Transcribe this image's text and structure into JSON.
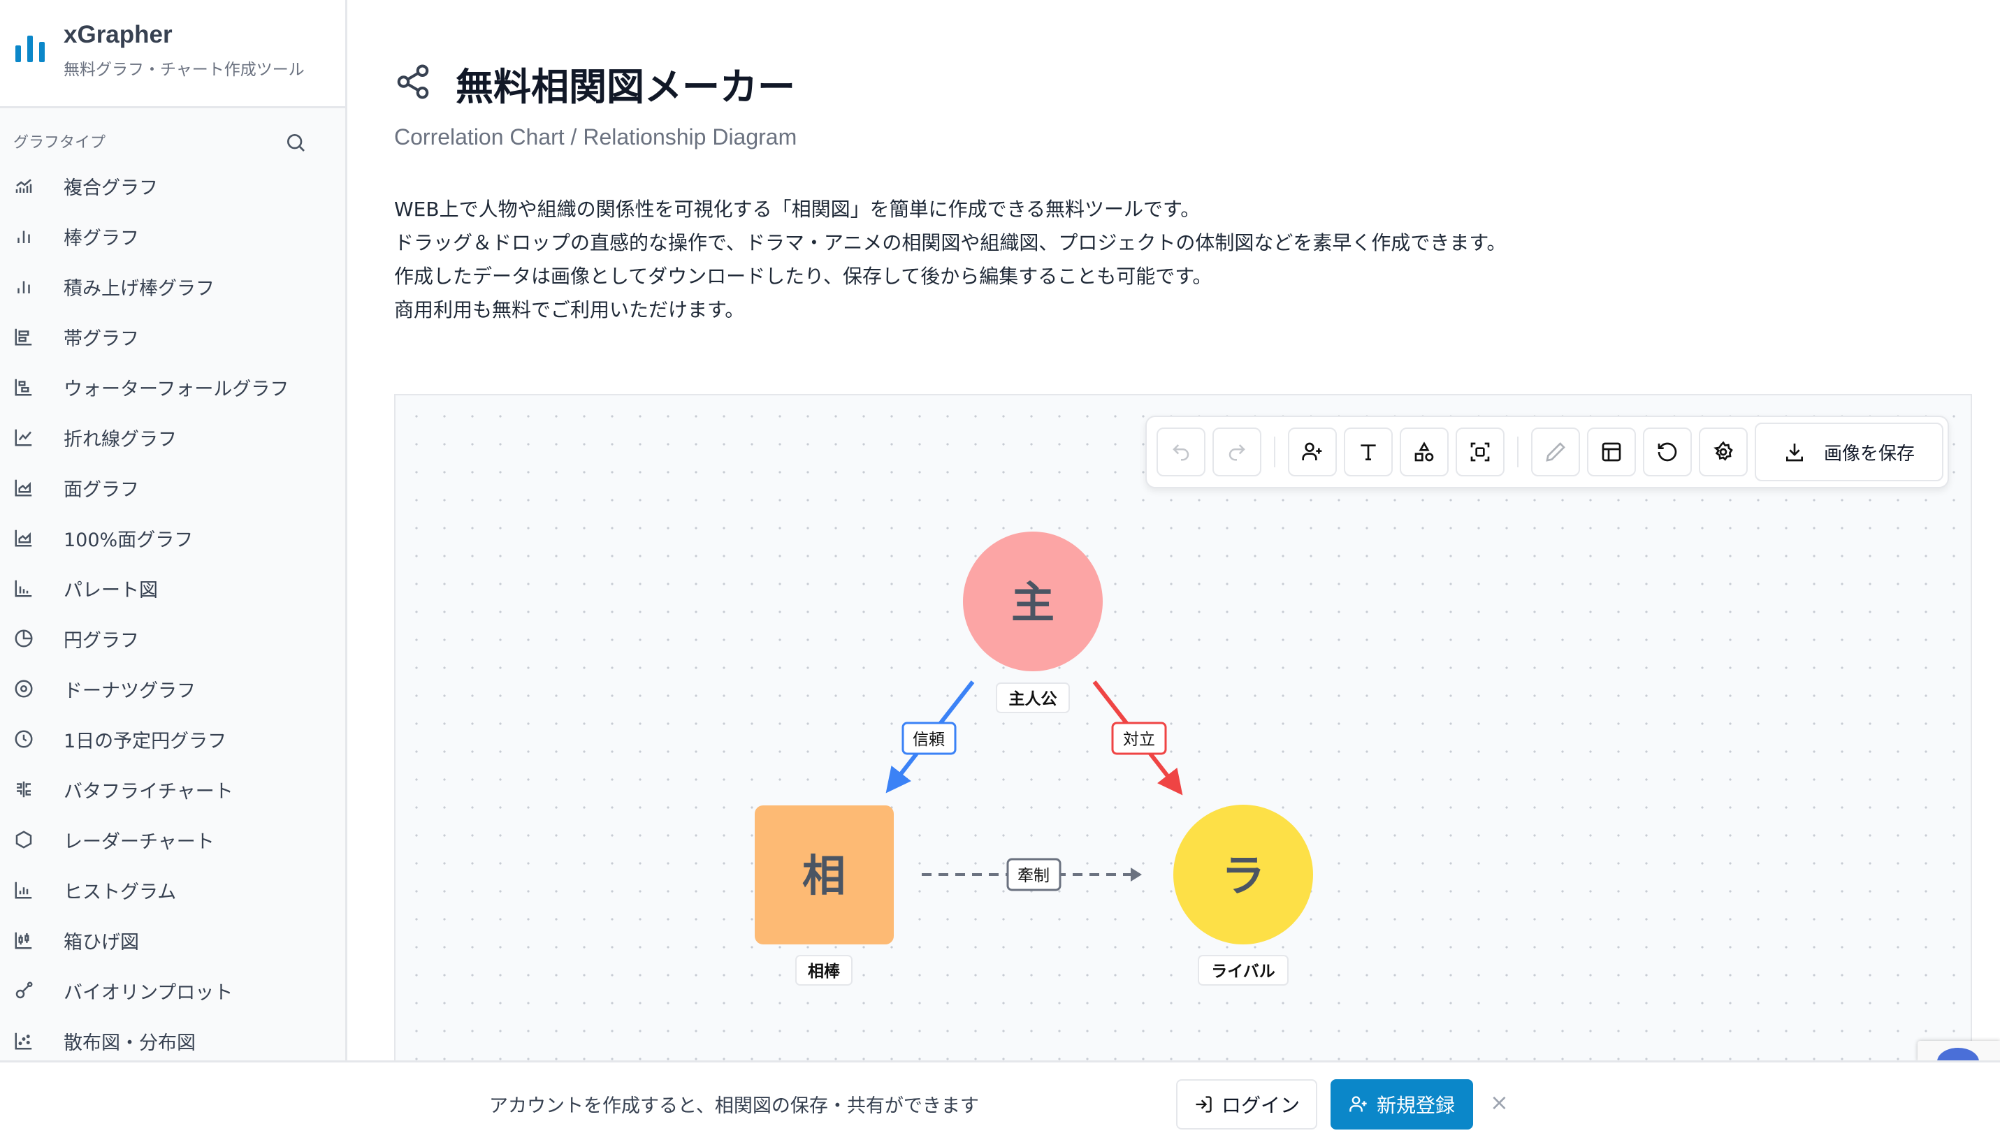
{
  "sidebar": {
    "brand": "xGrapher",
    "tagline": "無料グラフ・チャート作成ツール",
    "section_title": "グラフタイプ",
    "accent": "#0b87c9",
    "items": [
      {
        "label": "複合グラフ",
        "icon": "combo-chart-icon"
      },
      {
        "label": "棒グラフ",
        "icon": "bar-chart-icon"
      },
      {
        "label": "積み上げ棒グラフ",
        "icon": "stacked-bar-icon"
      },
      {
        "label": "帯グラフ",
        "icon": "band-chart-icon"
      },
      {
        "label": "ウォーターフォールグラフ",
        "icon": "waterfall-icon"
      },
      {
        "label": "折れ線グラフ",
        "icon": "line-chart-icon"
      },
      {
        "label": "面グラフ",
        "icon": "area-chart-icon"
      },
      {
        "label": "100%面グラフ",
        "icon": "area-100-icon"
      },
      {
        "label": "パレート図",
        "icon": "pareto-icon"
      },
      {
        "label": "円グラフ",
        "icon": "pie-icon"
      },
      {
        "label": "ドーナツグラフ",
        "icon": "donut-icon"
      },
      {
        "label": "1日の予定円グラフ",
        "icon": "clock-icon"
      },
      {
        "label": "バタフライチャート",
        "icon": "butterfly-icon"
      },
      {
        "label": "レーダーチャート",
        "icon": "hexagon-icon"
      },
      {
        "label": "ヒストグラム",
        "icon": "histogram-icon"
      },
      {
        "label": "箱ひげ図",
        "icon": "boxplot-icon"
      },
      {
        "label": "バイオリンプロット",
        "icon": "violin-icon"
      },
      {
        "label": "散布図・分布図",
        "icon": "scatter-icon"
      }
    ]
  },
  "main": {
    "title": "無料相関図メーカー",
    "subtitle": "Correlation Chart / Relationship Diagram",
    "description": [
      "WEB上で人物や組織の関係性を可視化する「相関図」を簡単に作成できる無料ツールです。",
      "ドラッグ＆ドロップの直感的な操作で、ドラマ・アニメの相関図や組織図、プロジェクトの体制図などを素早く作成できます。",
      "作成したデータは画像としてダウンロードしたり、保存して後から編集することも可能です。",
      "商用利用も無料でご利用いただけます。"
    ]
  },
  "toolbar": {
    "save_label": "画像を保存"
  },
  "diagram": {
    "nodes": [
      {
        "char": "主",
        "label": "主人公",
        "shape": "circle",
        "color": "#fca5a5"
      },
      {
        "char": "相",
        "label": "相棒",
        "shape": "square",
        "color": "#fdba74"
      },
      {
        "char": "ラ",
        "label": "ライバル",
        "shape": "circle",
        "color": "#fde047"
      }
    ],
    "edges": [
      {
        "label": "信頼",
        "from": "主人公",
        "to": "相棒",
        "color": "#3b82f6",
        "style": "solid"
      },
      {
        "label": "対立",
        "from": "主人公",
        "to": "ライバル",
        "color": "#ef4444",
        "style": "solid"
      },
      {
        "label": "牽制",
        "from": "相棒",
        "to": "ライバル",
        "color": "#6b7280",
        "style": "dashed"
      }
    ]
  },
  "banner": {
    "text": "アカウントを作成すると、相関図の保存・共有ができます",
    "login": "ログイン",
    "register": "新規登録",
    "close": "×"
  }
}
